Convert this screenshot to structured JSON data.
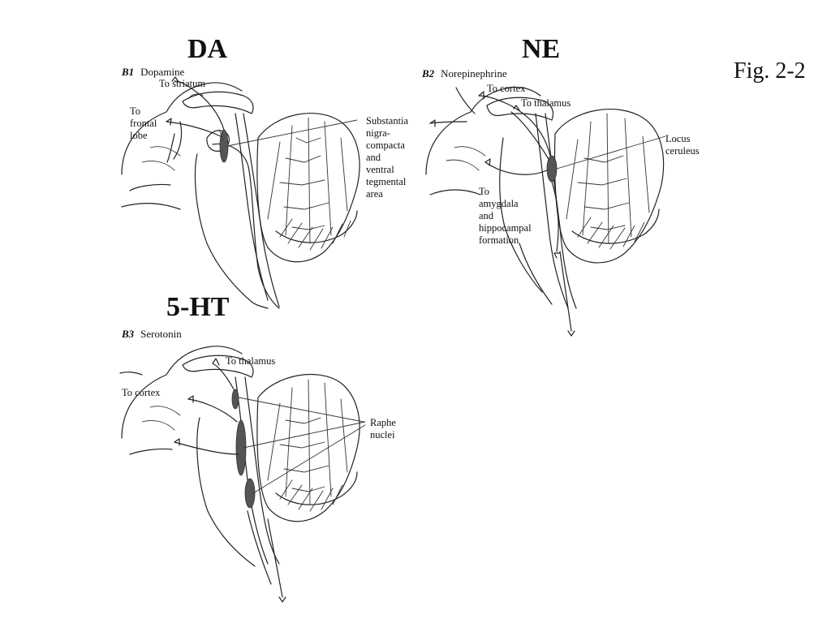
{
  "figure_label": "Fig. 2-2",
  "panels": {
    "da": {
      "title": "DA",
      "code": "B1",
      "name": "Dopamine",
      "labels": {
        "striatum": "To striatum",
        "frontal_1": "To",
        "frontal_2": "frontal",
        "frontal_3": "lobe",
        "nucleus_1": "Substantia",
        "nucleus_2": "nigra-",
        "nucleus_3": "compacta",
        "nucleus_4": "and",
        "nucleus_5": "ventral",
        "nucleus_6": "tegmental",
        "nucleus_7": "area"
      }
    },
    "ne": {
      "title": "NE",
      "code": "B2",
      "name": "Norepinephrine",
      "labels": {
        "cortex": "To cortex",
        "thalamus": "To thalamus",
        "nucleus_1": "Locus",
        "nucleus_2": "ceruleus",
        "amyg_1": "To",
        "amyg_2": "amygdala",
        "amyg_3": "and",
        "amyg_4": "hippocampal",
        "amyg_5": "formation"
      }
    },
    "ht": {
      "title": "5-HT",
      "code": "B3",
      "name": "Serotonin",
      "labels": {
        "thalamus": "To thalamus",
        "cortex": "To cortex",
        "nucleus_1": "Raphe",
        "nucleus_2": "nuclei"
      }
    }
  },
  "colors": {
    "ink": "#222222",
    "nucleus_fill": "#555555",
    "background": "#ffffff"
  }
}
